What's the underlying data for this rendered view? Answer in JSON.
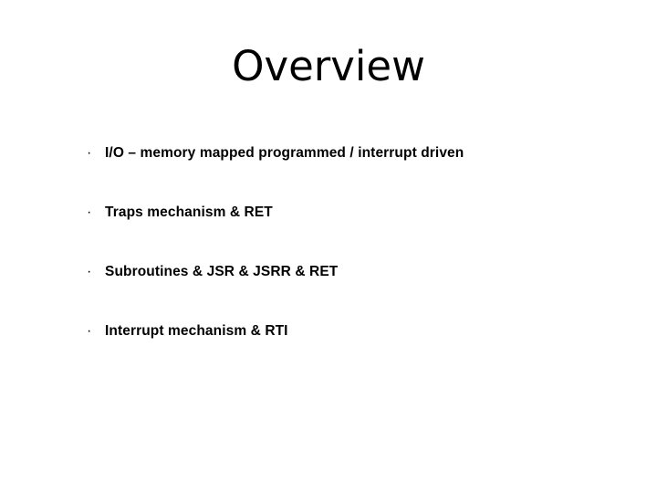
{
  "slide": {
    "title": "Overview",
    "background_color": "#ffffff",
    "text_color": "#000000",
    "bullet_marker": "·",
    "bullets": [
      {
        "text": "I/O – memory mapped programmed / interrupt driven"
      },
      {
        "text": "Traps mechanism & RET"
      },
      {
        "text": "Subroutines & JSR & JSRR & RET"
      },
      {
        "text": "Interrupt mechanism & RTI"
      }
    ]
  }
}
